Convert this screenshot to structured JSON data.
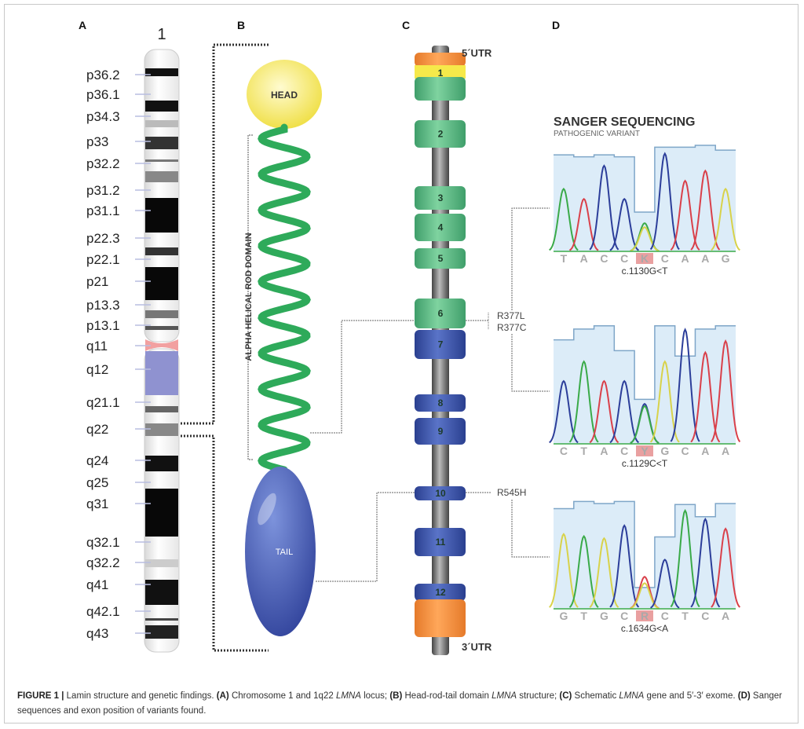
{
  "panels": {
    "a": "A",
    "b": "B",
    "c": "C",
    "d": "D"
  },
  "chromosome": {
    "number": "1",
    "bands": [
      "p36.2",
      "p36.1",
      "p34.3",
      "p33",
      "p32.2",
      "p31.2",
      "p31.1",
      "p22.3",
      "p22.1",
      "p21",
      "p13.3",
      "p13.1",
      "q11",
      "q12",
      "q21.1",
      "q22",
      "q24",
      "q25",
      "q31",
      "q32.1",
      "q32.2",
      "q41",
      "q42.1",
      "q43"
    ]
  },
  "protein": {
    "head": "HEAD",
    "tail": "TAIL",
    "rod_label": "ALPHA HELICAL ROD DOMAIN"
  },
  "gene": {
    "utr5": "5´UTR",
    "utr3": "3´UTR",
    "exons": [
      "1",
      "2",
      "3",
      "4",
      "5",
      "6",
      "7",
      "8",
      "9",
      "10",
      "11",
      "12"
    ],
    "variants": {
      "v1": "R377L",
      "v2": "R377C",
      "v3": "R545H"
    }
  },
  "sanger": {
    "title": "SANGER SEQUENCING",
    "subtitle": "PATHOGENIC VARIANT",
    "colors": {
      "A": "#3aaa48",
      "C": "#2c3e9a",
      "G": "#d8d24a",
      "T": "#d9404a",
      "bg": "#dcecf8",
      "qual": "#7fa6c8",
      "het": "#e9a0a0"
    },
    "traces": [
      {
        "bases": [
          "T",
          "A",
          "C",
          "C",
          "K",
          "C",
          "A",
          "A",
          "G"
        ],
        "het_index": 4,
        "label": "c.1130G<T",
        "peaks": [
          [
            [
              "A",
              0.62
            ]
          ],
          [
            [
              "T",
              0.52
            ]
          ],
          [
            [
              "C",
              0.85
            ]
          ],
          [
            [
              "C",
              0.52
            ]
          ],
          [
            [
              "A",
              0.28
            ],
            [
              "G",
              0.24
            ]
          ],
          [
            [
              "C",
              0.97
            ]
          ],
          [
            [
              "T",
              0.7
            ]
          ],
          [
            [
              "T",
              0.8
            ]
          ],
          [
            [
              "G",
              0.62
            ]
          ]
        ],
        "quality": [
          0.9,
          0.88,
          0.9,
          0.88,
          0.3,
          0.98,
          0.98,
          1,
          0.95
        ]
      },
      {
        "bases": [
          "C",
          "T",
          "A",
          "C",
          "Y",
          "G",
          "C",
          "A",
          "A"
        ],
        "het_index": 4,
        "label": "c.1129C<T",
        "peaks": [
          [
            [
              "C",
              0.55
            ]
          ],
          [
            [
              "A",
              0.72
            ]
          ],
          [
            [
              "T",
              0.55
            ]
          ],
          [
            [
              "C",
              0.55
            ]
          ],
          [
            [
              "C",
              0.35
            ],
            [
              "A",
              0.33
            ]
          ],
          [
            [
              "G",
              0.72
            ]
          ],
          [
            [
              "C",
              1.0
            ]
          ],
          [
            [
              "T",
              0.8
            ]
          ],
          [
            [
              "T",
              0.9
            ]
          ]
        ],
        "quality": [
          0.85,
          0.95,
          0.98,
          0.75,
          0.3,
          0.98,
          0.7,
          0.95,
          0.98
        ]
      },
      {
        "bases": [
          "G",
          "T",
          "G",
          "C",
          "R",
          "C",
          "T",
          "C",
          "A"
        ],
        "het_index": 4,
        "label": "c.1634G<A",
        "peaks": [
          [
            [
              "G",
              0.7
            ]
          ],
          [
            [
              "A",
              0.68
            ]
          ],
          [
            [
              "G",
              0.66
            ]
          ],
          [
            [
              "C",
              0.78
            ]
          ],
          [
            [
              "T",
              0.3
            ],
            [
              "G",
              0.24
            ]
          ],
          [
            [
              "C",
              0.46
            ]
          ],
          [
            [
              "A",
              0.92
            ]
          ],
          [
            [
              "C",
              0.84
            ]
          ],
          [
            [
              "T",
              0.75
            ]
          ]
        ],
        "quality": [
          0.88,
          0.95,
          0.93,
          0.95,
          0.1,
          0.6,
          0.92,
          0.8,
          0.93
        ]
      }
    ]
  },
  "caption": {
    "fig": "FIGURE 1 |",
    "t1": " Lamin structure and genetic findings. ",
    "a": "(A)",
    "t2": " Chromosome 1 and 1q22 ",
    "lmna1": "LMNA",
    "t3": " locus; ",
    "b": "(B)",
    "t4": " Head-rod-tail domain ",
    "lmna2": "LMNA",
    "t5": " structure; ",
    "c": "(C)",
    "t6": " Schematic ",
    "lmna3": "LMNA",
    "t7": " gene and 5′-3′ exome. ",
    "d": "(D)",
    "t8": " Sanger sequences and exon position of variants found."
  }
}
